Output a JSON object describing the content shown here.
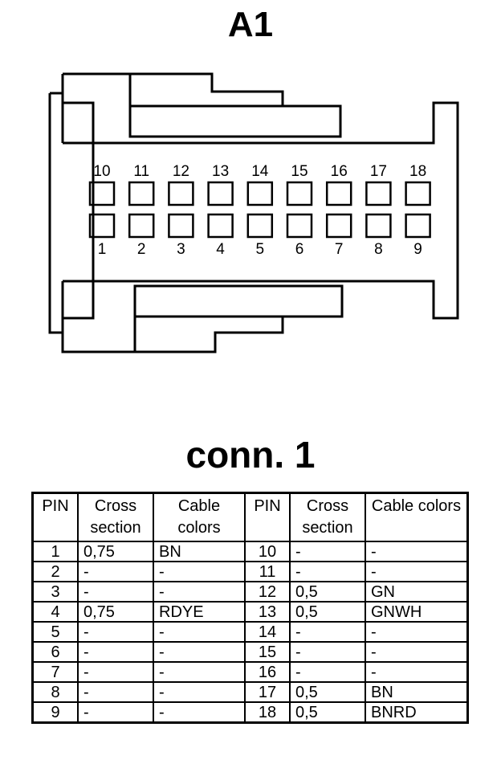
{
  "connector": {
    "title": "A1",
    "top_row": [
      "10",
      "11",
      "12",
      "13",
      "14",
      "15",
      "16",
      "17",
      "18"
    ],
    "bottom_row": [
      "1",
      "2",
      "3",
      "4",
      "5",
      "6",
      "7",
      "8",
      "9"
    ]
  },
  "table": {
    "title": "conn. 1",
    "headers": [
      "PIN",
      "Cross section",
      "Cable colors",
      "PIN",
      "Cross section",
      "Cable colors"
    ],
    "rows": [
      [
        "1",
        "0,75",
        "BN",
        "10",
        "-",
        "-"
      ],
      [
        "2",
        "-",
        "-",
        "11",
        "-",
        "-"
      ],
      [
        "3",
        "-",
        "-",
        "12",
        "0,5",
        "GN"
      ],
      [
        "4",
        "0,75",
        "RDYE",
        "13",
        "0,5",
        "GNWH"
      ],
      [
        "5",
        "-",
        "-",
        "14",
        "-",
        "-"
      ],
      [
        "6",
        "-",
        "-",
        "15",
        "-",
        "-"
      ],
      [
        "7",
        "-",
        "-",
        "16",
        "-",
        "-"
      ],
      [
        "8",
        "-",
        "-",
        "17",
        "0,5",
        "BN"
      ],
      [
        "9",
        "-",
        "-",
        "18",
        "0,5",
        "BNRD"
      ]
    ]
  }
}
